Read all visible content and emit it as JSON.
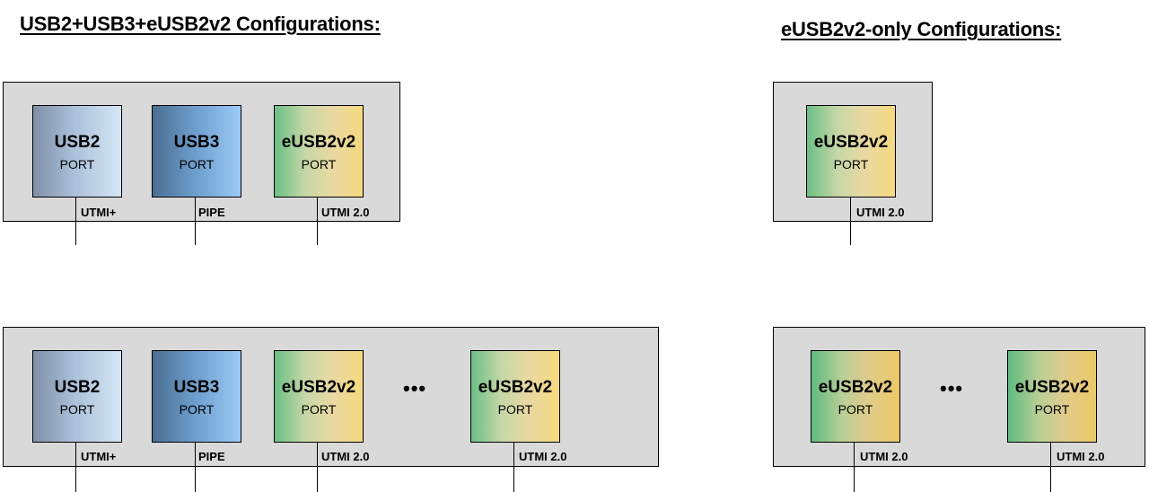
{
  "headings": {
    "left": "USB2+USB3+eUSB2v2 Configurations:",
    "right": "eUSB2v2-only Configurations:"
  },
  "ports": {
    "usb2": "USB2",
    "usb3": "USB3",
    "eusb": "eUSB2v2",
    "sub": "PORT"
  },
  "interfaces": {
    "utmi_plus": "UTMI+",
    "pipe": "PIPE",
    "utmi20": "UTMI 2.0"
  },
  "ellipsis": "•••"
}
